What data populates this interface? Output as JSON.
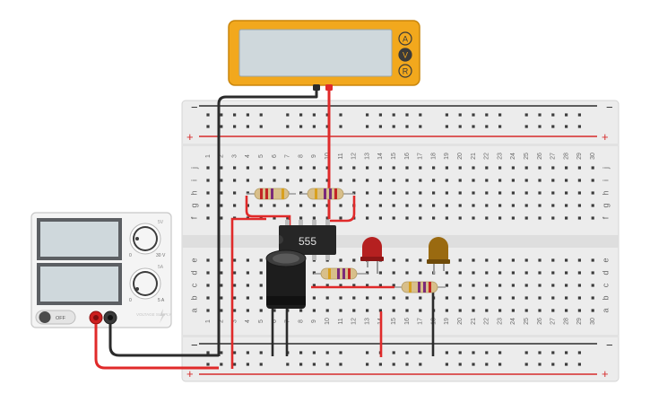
{
  "multimeter": {
    "modes": [
      "A",
      "V",
      "R"
    ],
    "colors": {
      "body": "#f2a81d",
      "screen": "#cfd8dc",
      "button": "#3a3a3a"
    }
  },
  "power_supply": {
    "voltage_label": "5V",
    "current_label": "5A",
    "toggle_label": "OFF",
    "brand_text": "VOLTAGE SUPPLY",
    "dial_scale": {
      "voltage_min": "0",
      "voltage_max": "30 V",
      "current_min": "0",
      "current_max": "5 A"
    }
  },
  "breadboard": {
    "rail_minus": "−",
    "rail_plus": "+",
    "row_letters_top": [
      "j",
      "i",
      "h",
      "g",
      "f"
    ],
    "row_letters_bottom": [
      "e",
      "d",
      "c",
      "b",
      "a"
    ],
    "column_numbers": [
      "1",
      "2",
      "3",
      "4",
      "5",
      "6",
      "7",
      "8",
      "9",
      "10",
      "11",
      "12",
      "13",
      "14",
      "15",
      "16",
      "17",
      "18",
      "19",
      "20",
      "21",
      "22",
      "23",
      "24",
      "25",
      "26",
      "27",
      "28",
      "29",
      "30"
    ],
    "colors": {
      "board": "#ececec",
      "hole": "#3c3c3c",
      "red_rail": "#d62b2b",
      "dark_rail": "#2c2c2c"
    }
  },
  "components": {
    "ic_label": "555",
    "led_colors": [
      "#b52020",
      "#9a6a10"
    ],
    "wire_red": "#e02a2a",
    "wire_black": "#2b2b2b"
  }
}
